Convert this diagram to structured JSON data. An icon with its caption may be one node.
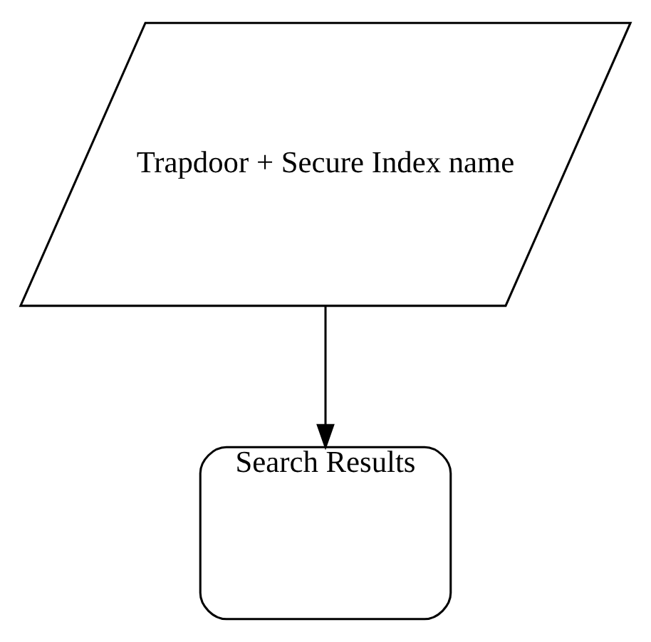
{
  "diagram": {
    "nodes": [
      {
        "text": [
          "Trapdoor + Secure Index name"
        ]
      },
      {
        "text": [
          "Search Results"
        ]
      }
    ],
    "edges": [
      {
        "from": 0,
        "to": 1,
        "arrow": "to"
      }
    ]
  }
}
